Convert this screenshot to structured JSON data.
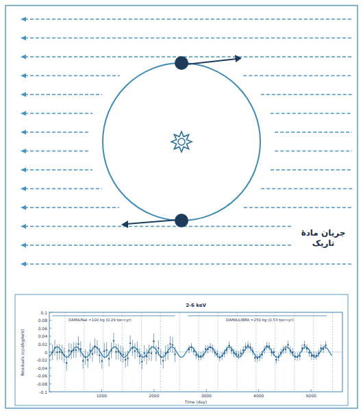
{
  "diagram": {
    "labels": [
      "جریان مادهٔ تاریک",
      "2-6 keV",
      "Residuals (cpd/kg/keV)",
      "Time (day)",
      "DAMA/NaI ≈100 kg (0.29 ton×yr)",
      "DAMA/LIBRA ≈250 kg (0.53 ton×yr)",
      "0.1",
      "0.08",
      "0.06",
      "0.04",
      "0.02",
      "0",
      "-0.02",
      "-0.04",
      "-0.06",
      "-0.08",
      "-0.1",
      "1000",
      "2000",
      "3000",
      "4000",
      "5000"
    ]
  }
}
